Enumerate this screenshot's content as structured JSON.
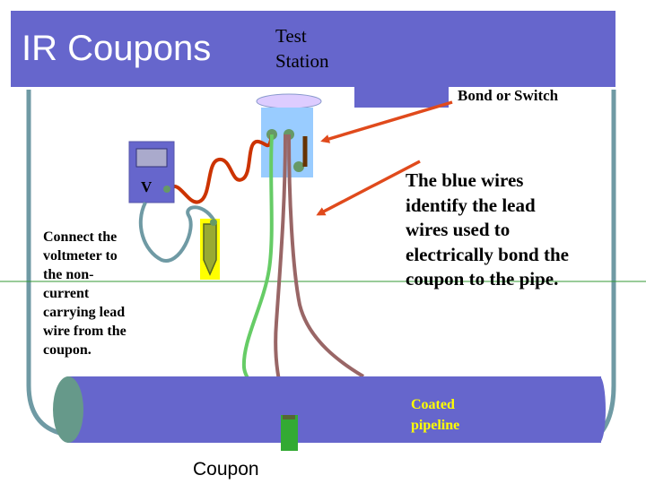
{
  "header": {
    "title": "IR Coupons"
  },
  "labels": {
    "test_station": "Test\nStation",
    "bond_or_switch": "Bond  or Switch",
    "voltmeter": "V",
    "blue_wires_note": "The blue wires\nidentify the lead\nwires used to\nelectrically bond the\ncoupon to the pipe.",
    "connect_note": "Connect the\nvoltmeter to\nthe non-\ncurrent\ncarrying lead\nwire from the\ncoupon.",
    "coated_pipeline": "Coated\npipeline",
    "coupon": "Coupon"
  },
  "colors": {
    "header_band": "#6666cc",
    "pipeline": "#6666cc",
    "test_station_head": "#99ccff",
    "lead_wire_blue": "#6f9aa4",
    "wire_red": "#cc3300",
    "wire_green": "#66cc66",
    "wire_brown": "#996666",
    "arrow": "#e04a1c",
    "coupon_body": "#33aa33",
    "reference_electrode": "#ffff00",
    "voltmeter": "#6666cc",
    "coated_pipeline_text": "#ffff00"
  }
}
